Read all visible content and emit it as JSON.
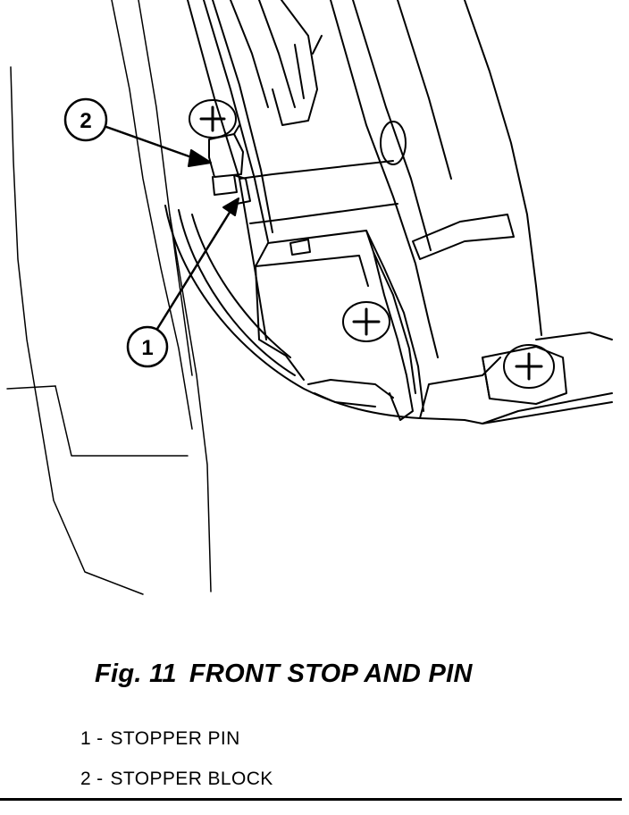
{
  "figure": {
    "number": "Fig. 11",
    "title": "FRONT STOP AND PIN"
  },
  "callouts": [
    {
      "number": "1",
      "label": "STOPPER PIN"
    },
    {
      "number": "2",
      "label": "STOPPER BLOCK"
    }
  ],
  "legend_separator": "-",
  "icons": [
    "phillips-screw-icon",
    "phillips-screw-icon",
    "phillips-screw-icon"
  ]
}
